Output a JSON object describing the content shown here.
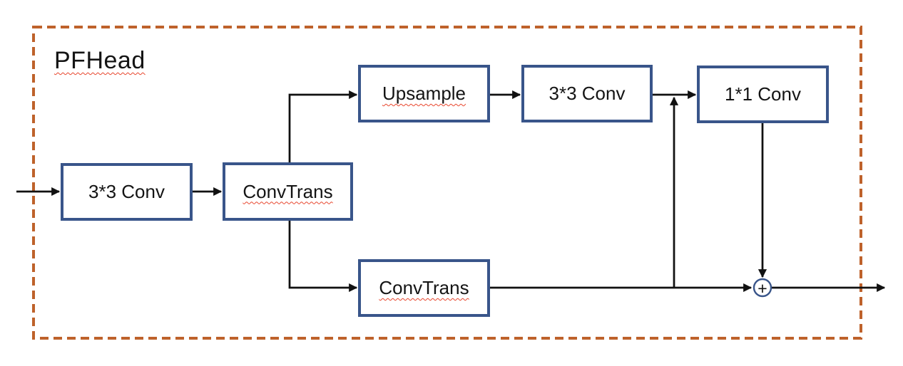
{
  "diagram": {
    "title": "PFHead",
    "sum_operator": "+",
    "nodes": [
      {
        "id": "conv33-input",
        "label": "3*3 Conv",
        "misspelled": false
      },
      {
        "id": "convtrans-mid",
        "label": "ConvTrans",
        "misspelled": true
      },
      {
        "id": "upsample",
        "label": "Upsample",
        "misspelled": true
      },
      {
        "id": "conv33-top",
        "label": "3*3 Conv",
        "misspelled": false
      },
      {
        "id": "conv11",
        "label": "1*1 Conv",
        "misspelled": false
      },
      {
        "id": "convtrans-bottom",
        "label": "ConvTrans",
        "misspelled": true
      }
    ],
    "edges": [
      {
        "from": "external-input",
        "to": "conv33-input"
      },
      {
        "from": "conv33-input",
        "to": "convtrans-mid"
      },
      {
        "from": "convtrans-mid",
        "to": "upsample"
      },
      {
        "from": "upsample",
        "to": "conv33-top"
      },
      {
        "from": "conv33-top",
        "to": "conv11"
      },
      {
        "from": "convtrans-bottom",
        "to": "conv33-top-conv11-wire (skip up)"
      },
      {
        "from": "convtrans-mid",
        "to": "convtrans-bottom"
      },
      {
        "from": "convtrans-bottom",
        "to": "sum"
      },
      {
        "from": "conv11",
        "to": "sum"
      },
      {
        "from": "sum",
        "to": "external-output"
      }
    ],
    "colors": {
      "node_border": "#39558a",
      "frame_border": "#be622b",
      "wire": "#111111",
      "spellcheck_underline": "#e8452c"
    }
  }
}
